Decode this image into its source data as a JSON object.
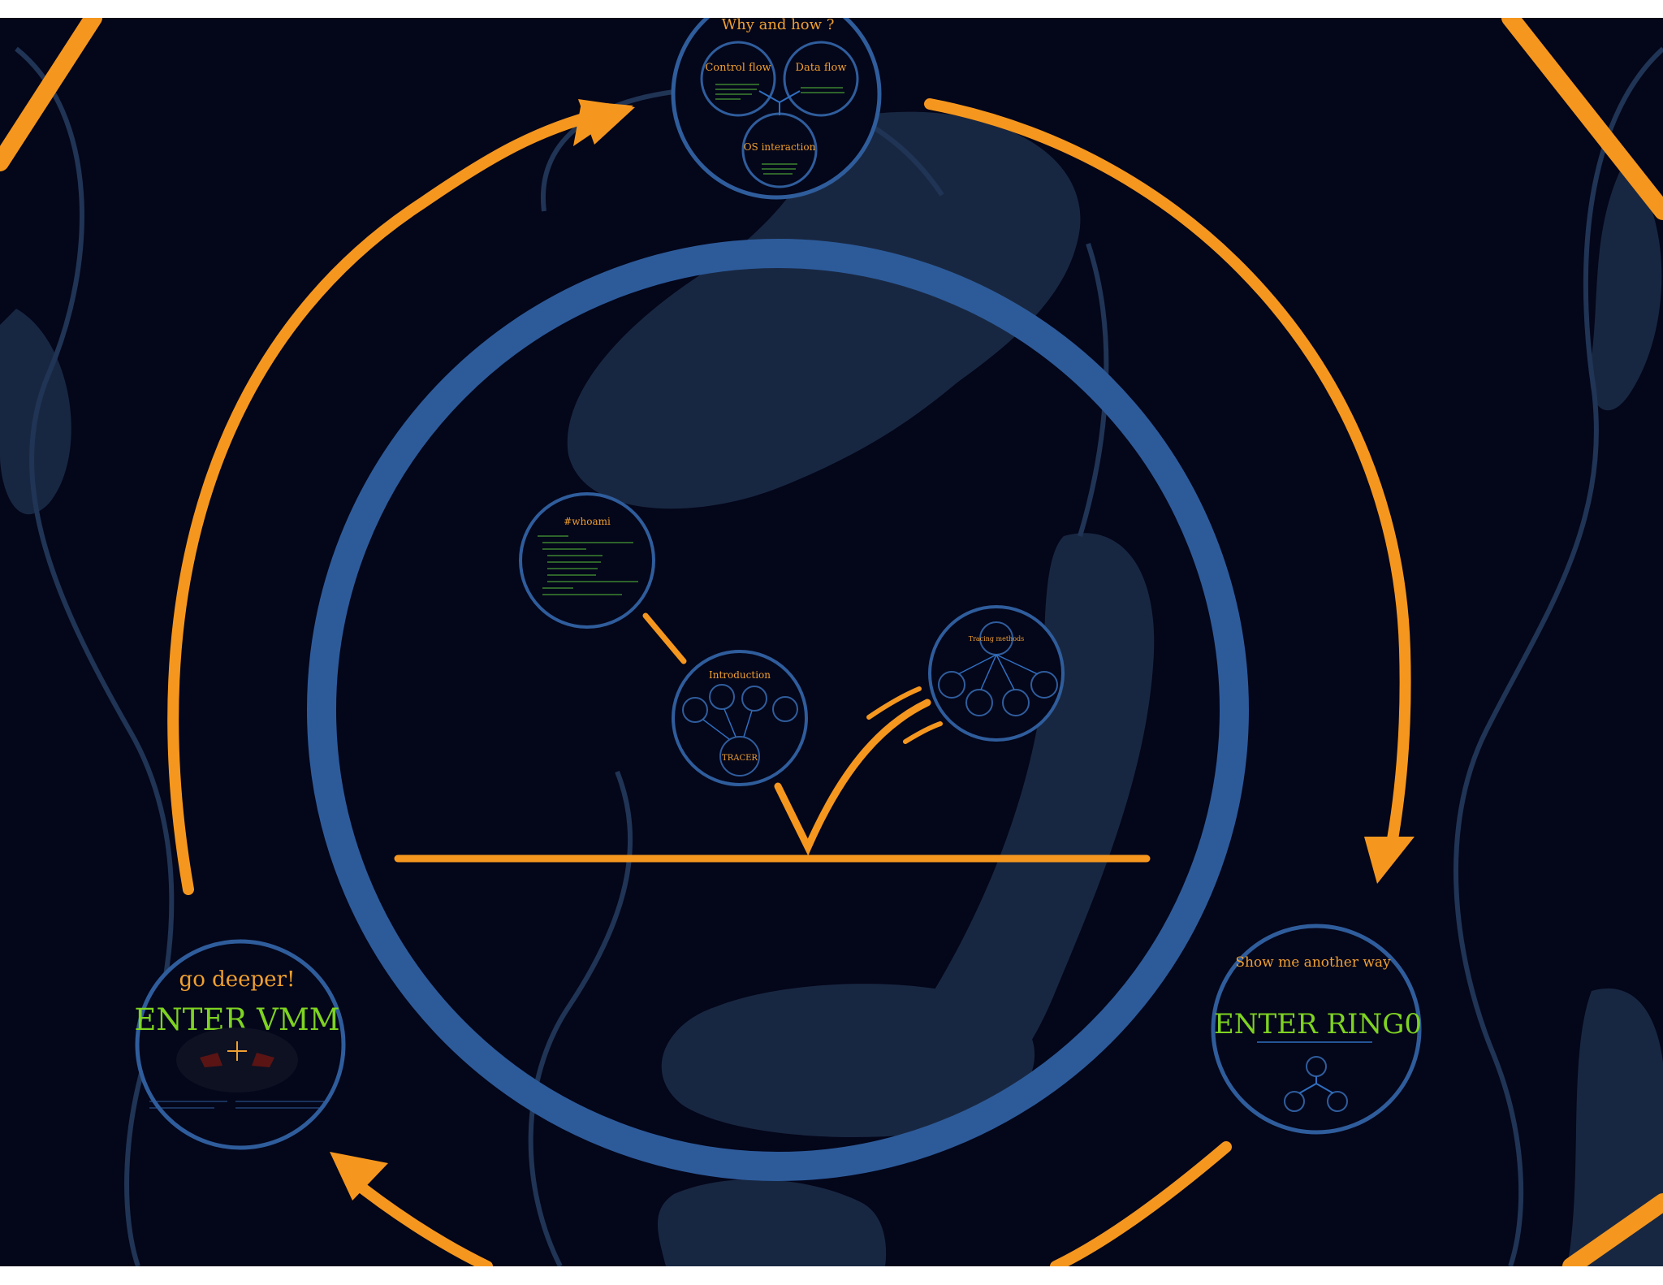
{
  "colors": {
    "background": "#04061a",
    "frame": "#ffffff",
    "silhouette": "#1b2b46",
    "silhouette_line": "#243a5c",
    "ring": "#2d5b9a",
    "node_ring": "#2f5d9c",
    "arrow": "#f5971e",
    "title_orange": "#f0a030",
    "green_text": "#7ed321",
    "small_green": "#58c23a",
    "white_text": "#dfe6f0",
    "link_blue": "#2f6fc0"
  },
  "top_node": {
    "title": "Why and how ?",
    "control_flow": {
      "title": "Control flow"
    },
    "data_flow": {
      "title": "Data flow"
    },
    "os_interaction": {
      "title": "OS interaction"
    }
  },
  "whoami": {
    "title": "#whoami"
  },
  "introduction": {
    "title": "Introduction",
    "tracer": "TRACER"
  },
  "tracing_methods": {
    "title": "Tracing methods"
  },
  "go_deeper": {
    "heading": "go deeper!",
    "title": "ENTER VMM"
  },
  "another_way": {
    "heading": "Show me another way",
    "title": "ENTER RING0"
  }
}
